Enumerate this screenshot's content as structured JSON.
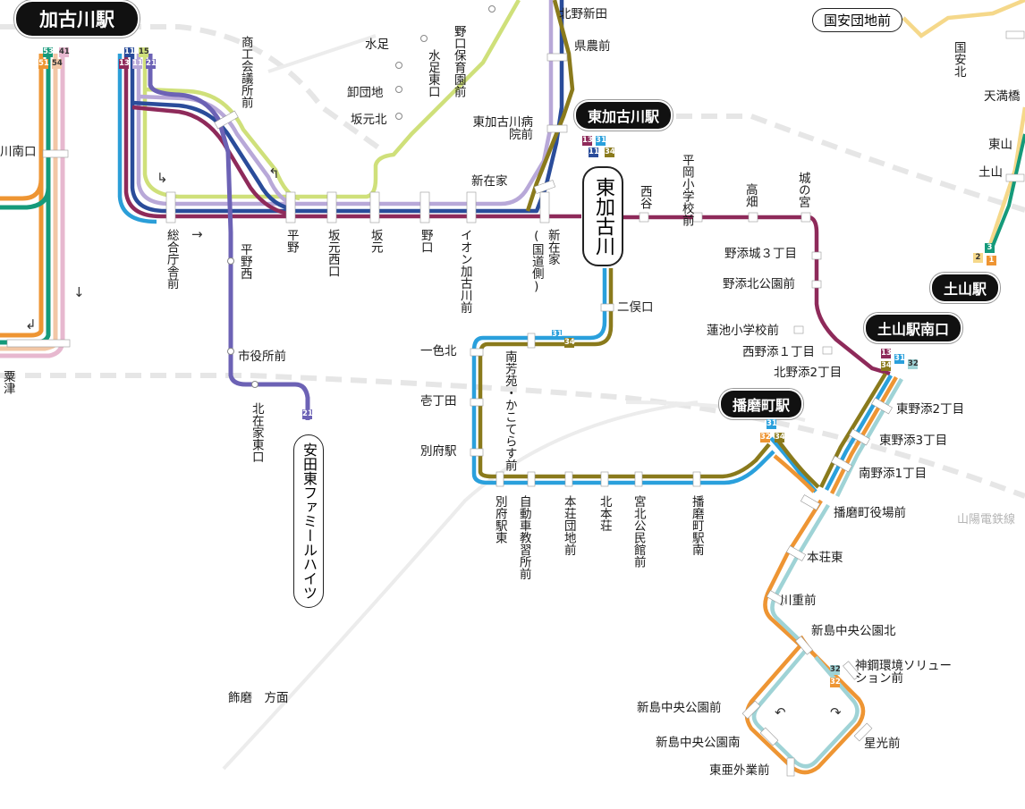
{
  "hubs": {
    "kakogawa": "加古川駅",
    "higashi_kakogawa": "東加古川駅",
    "higashi_kakogawa_big": "東加古川",
    "tsuchiyama": "土山駅",
    "tsuchiyama_minamiguchi": "土山駅南口",
    "harima": "播磨町駅",
    "kokuan_danchi": "国安団地前",
    "yasuda": "安田東ファミールハイツ"
  },
  "stops": {
    "shoko": "商工会議所前",
    "mizuashi": "水足",
    "noguchi_hoikuen": "野口保育園前",
    "mizuashi_higashiguchi": "水足東口",
    "oroshidanchi": "卸団地",
    "sakamotokita": "坂元北",
    "kitano_shinden": "北野新田",
    "kennoumae": "県農前",
    "higashi_hospital": "東加古川病院前",
    "shinzaike": "新在家",
    "sogo": "総合庁舎前",
    "hirano": "平野",
    "sakamoto_nishiguchi": "坂元西口",
    "sakamoto": "坂元",
    "noguchi": "野口",
    "aeon": "イオン加古川前",
    "shinzaike_kokudo": "新在家",
    "kokudo_side": "(国道側)",
    "hiranonishi": "平野西",
    "shiyakusho": "市役所前",
    "kitazaike": "北在家東口",
    "nishiya": "西谷",
    "hiraoka_sho": "平岡小学校前",
    "takabatake": "高畑",
    "shironomiya": "城の宮",
    "nozoe3": "野添城３丁目",
    "nozoekita": "野添北公園前",
    "hasuike": "蓮池小学校前",
    "nishinozoe": "西野添１丁目",
    "kitanozoe": "北野添2丁目",
    "nihoguchi": "二俣口",
    "ishikita": "一色北",
    "minamiyoshi": "南芳苑・かこてらす前",
    "ichochoda": "壱丁田",
    "befu": "別府駅",
    "befu_higashi": "別府駅東",
    "jidosha": "自動車教習所前",
    "honjo_danchi": "本荘団地前",
    "kitahonjo": "北本荘",
    "miyakita": "宮北公民館前",
    "harima_minami": "播磨町駅南",
    "higashinozoe2": "東野添2丁目",
    "higashinozoe3": "東野添3丁目",
    "minaminozoe1": "南野添1丁目",
    "harima_yakuba": "播磨町役場前",
    "honjo_higashi": "本荘東",
    "kawashige": "川重前",
    "shinjima_kita": "新島中央公園北",
    "shinko": "神鋼環境ソリューション前",
    "shinjima_mae": "新島中央公園前",
    "shinjima_minami": "新島中央公園南",
    "hoshimitsu": "星光前",
    "toa": "東亜外業前",
    "kuriguchi": "川南口",
    "awazu": "粟津",
    "kokuan_kita": "国安北",
    "tenmangu": "天満橋",
    "higashiyama": "東山",
    "tsuchiyama_stop": "土山",
    "shikama": "飾磨　方面",
    "sanyo": "山陽電鉄線"
  },
  "route_badges": {
    "kakogawa_left": [
      "53",
      "41",
      "51",
      "54"
    ],
    "kakogawa_right": [
      "11",
      "15",
      "13",
      "11",
      "21"
    ],
    "higashi": [
      "13",
      "31",
      "11",
      "34"
    ],
    "nihoguchi": [
      "31",
      "34"
    ],
    "harima": [
      "31",
      "32",
      "34"
    ],
    "tsuchiyama_s": [
      "13",
      "31",
      "32",
      "34"
    ],
    "shinko": [
      "32",
      "32"
    ],
    "yasuda": [
      "21"
    ],
    "right_edge": [
      "3",
      "2",
      "1"
    ]
  },
  "colors": {
    "orange": "#ee9533",
    "green": "#159a7a",
    "pink": "#e7b8cf",
    "peach": "#f2c7a6",
    "navy": "#2a4c9a",
    "blue": "#2b9ed8",
    "lavender": "#b8a8d8",
    "yellowgreen": "#cfe07a",
    "maroon": "#8e2a5a",
    "purple": "#6c62b5",
    "olive": "#8a7a1c",
    "skyblue": "#2aa0dc",
    "lightteal": "#9fd3d6",
    "yellow": "#f5d88a",
    "rail_gray": "#e4e4e4"
  }
}
